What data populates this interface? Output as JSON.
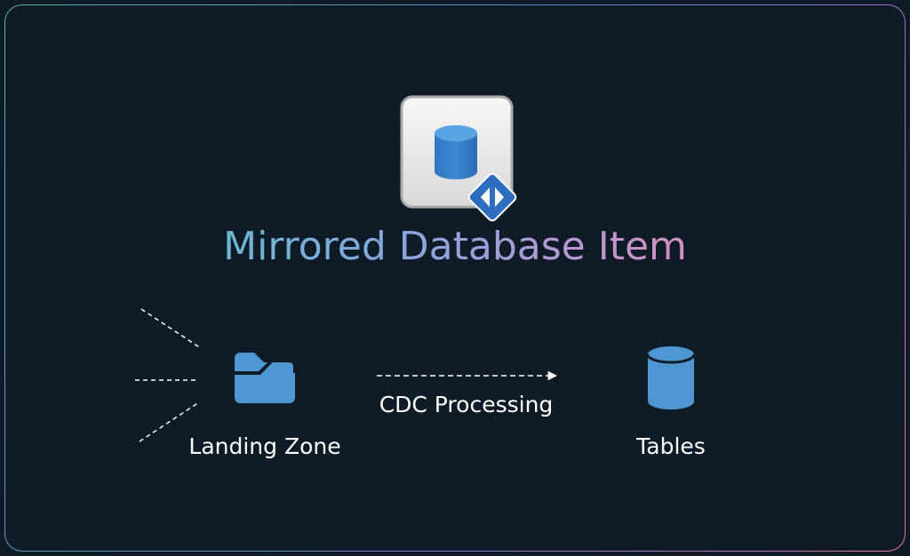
{
  "diagram": {
    "title": "Mirrored Database Item",
    "nodes": [
      {
        "id": "landing_zone",
        "label": "Landing Zone",
        "icon": "folder-icon"
      },
      {
        "id": "tables",
        "label": "Tables",
        "icon": "database-icon"
      }
    ],
    "edges": [
      {
        "from": "landing_zone",
        "to": "tables",
        "label": "CDC Processing",
        "style": "dashed"
      }
    ],
    "header_icon": "mirrored-database-icon"
  },
  "colors": {
    "background": "#0f1c28",
    "icon_blue": "#4f97d3",
    "text": "#ffffff",
    "title_gradient": [
      "#56bfa3",
      "#8aa6dc",
      "#dd8cb3",
      "#f08f7c"
    ]
  }
}
